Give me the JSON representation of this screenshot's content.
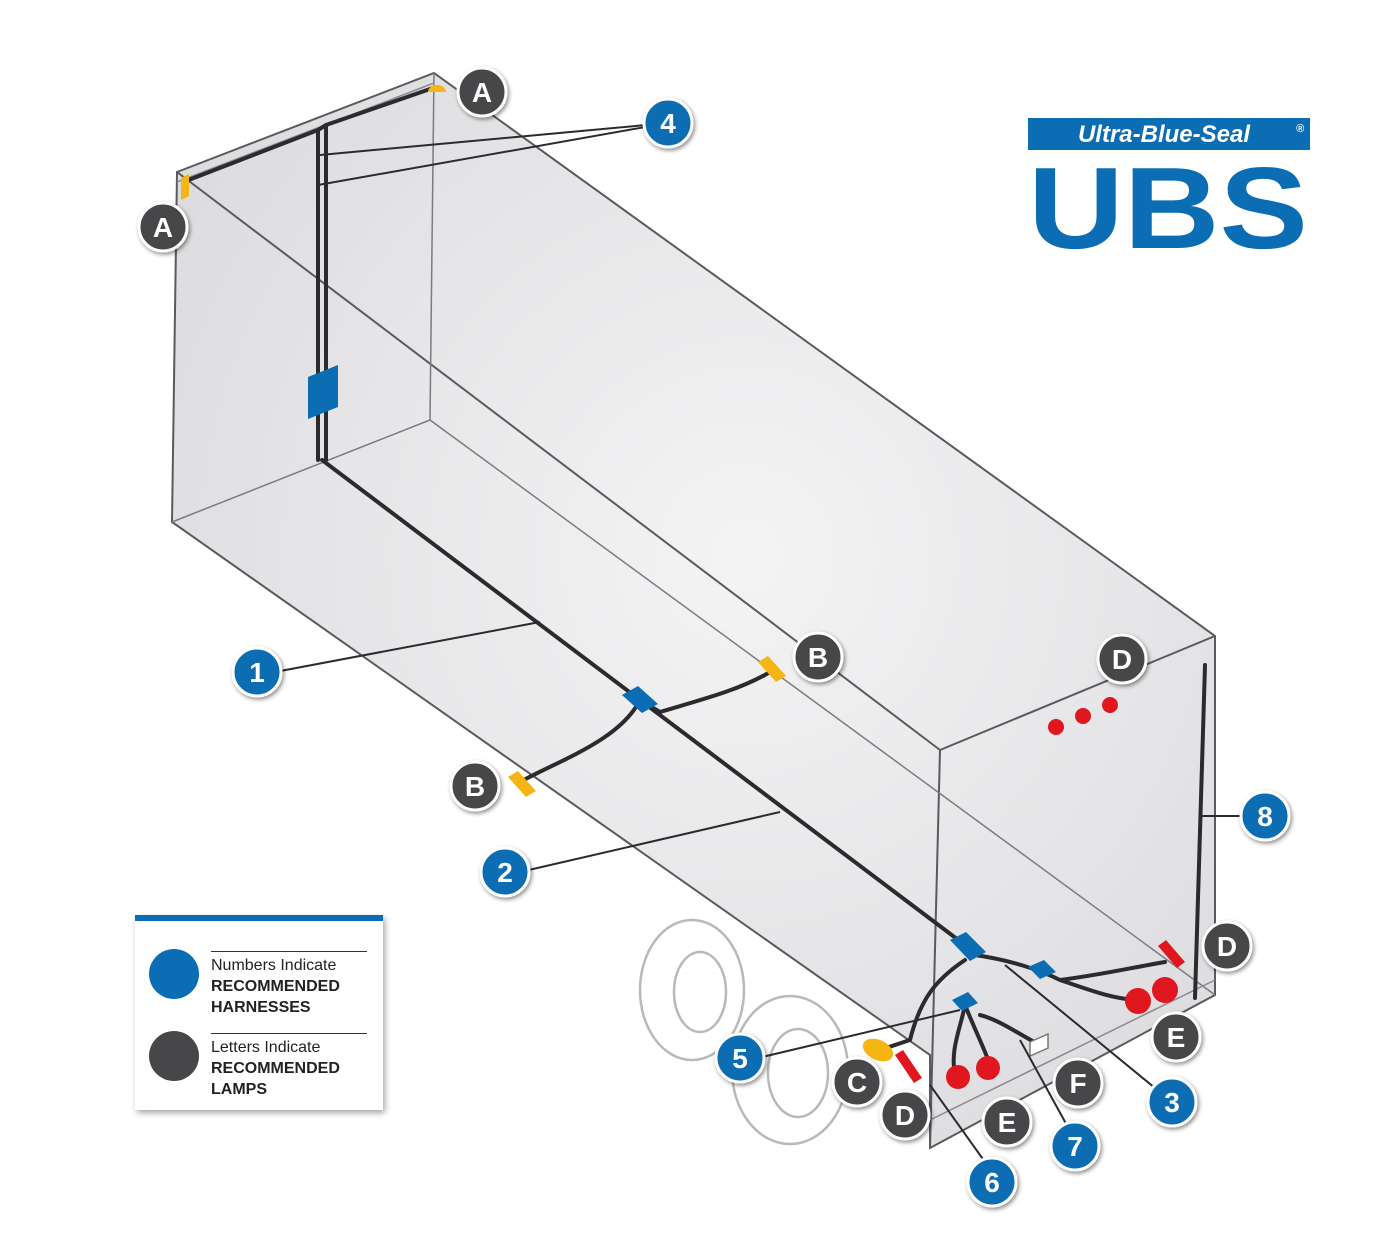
{
  "logo": {
    "brand_text": "Ultra-Blue-Seal",
    "registered_mark": "®",
    "acronym": "UBS",
    "color": "#0b6db3"
  },
  "colors": {
    "harness_blue": "#0b6db3",
    "lamp_gray": "#47474a",
    "amber": "#f5b514",
    "red": "#e0171f",
    "trailer_fill": "#e6e6e8",
    "trailer_edge": "#5a5a5e"
  },
  "harness_callouts": [
    "1",
    "2",
    "3",
    "4",
    "5",
    "6",
    "7",
    "8"
  ],
  "lamp_callouts": [
    "A",
    "A",
    "B",
    "B",
    "C",
    "D",
    "D",
    "D",
    "E",
    "E",
    "F"
  ],
  "legend": {
    "numbers": {
      "line1": "Numbers Indicate",
      "line2": "RECOMMENDED",
      "line3": "HARNESSES",
      "dot_color": "#0b6db3"
    },
    "letters": {
      "line1": "Letters Indicate",
      "line2": "RECOMMENDED",
      "line3": "LAMPS",
      "dot_color": "#47474a"
    }
  }
}
